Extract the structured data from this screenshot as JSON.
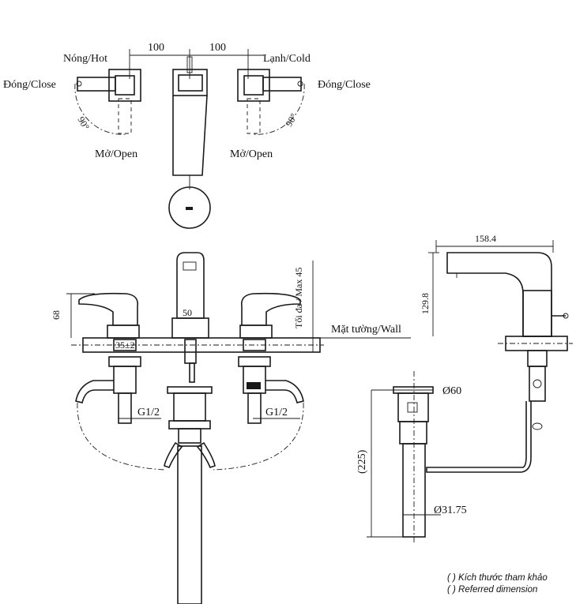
{
  "labels": {
    "hot": "Nóng/Hot",
    "cold": "Lạnh/Cold",
    "close_left": "Đóng/Close",
    "close_right": "Đóng/Close",
    "open_left": "Mở/Open",
    "open_right": "Mở/Open",
    "angle_left": "90°",
    "angle_right": "90°",
    "wall": "Mặt tường/Wall",
    "max_thickness": "Tối đa / Max 45"
  },
  "dimensions": {
    "spacing_left": "100",
    "spacing_right": "100",
    "handle_height": "68",
    "spout_depth": "50",
    "nut": "35±2",
    "thread_left": "G1/2",
    "thread_right": "G1/2",
    "spout_reach": "158.4",
    "spout_height": "129.8",
    "drain_diameter": "Ø60",
    "drain_length": "(225)",
    "pipe_diameter": "Ø31.75"
  },
  "notes": {
    "line1": "( ) Kích thước tham khảo",
    "line2": "( ) Referred dimension"
  }
}
